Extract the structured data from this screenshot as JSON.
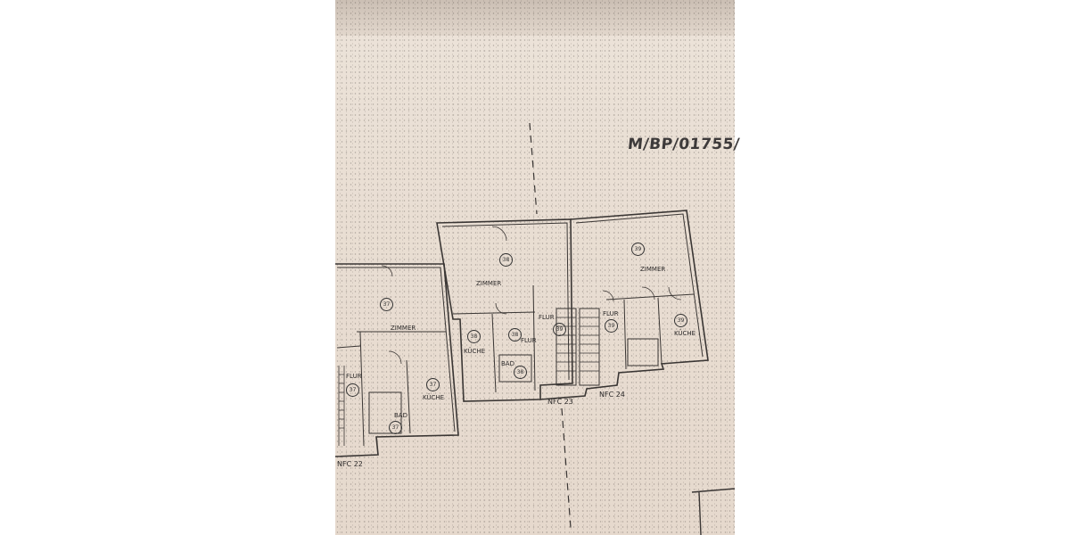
{
  "document": {
    "reference": "M/BP/01755/"
  },
  "rooms": [
    {
      "label": "ZIMMER",
      "number": "37"
    },
    {
      "label": "FLUR",
      "number": "37"
    },
    {
      "label": "BAD",
      "number": "37"
    },
    {
      "label": "KÜCHE",
      "number": "37"
    },
    {
      "label": "ZIMMER",
      "number": "38"
    },
    {
      "label": "KÜCHE",
      "number": "38"
    },
    {
      "label": "FLUR",
      "number": "38"
    },
    {
      "label": "BAD",
      "number": "38"
    },
    {
      "label": "ZIMMER",
      "number": "39"
    },
    {
      "label": "FLUR",
      "number": "39"
    },
    {
      "label": "KÜCHE",
      "number": "39"
    },
    {
      "label": "FLUR",
      "number": "39"
    }
  ],
  "units": {
    "u22": "NFC 22",
    "u23": "NFC 23",
    "u24": "NFC 24"
  }
}
